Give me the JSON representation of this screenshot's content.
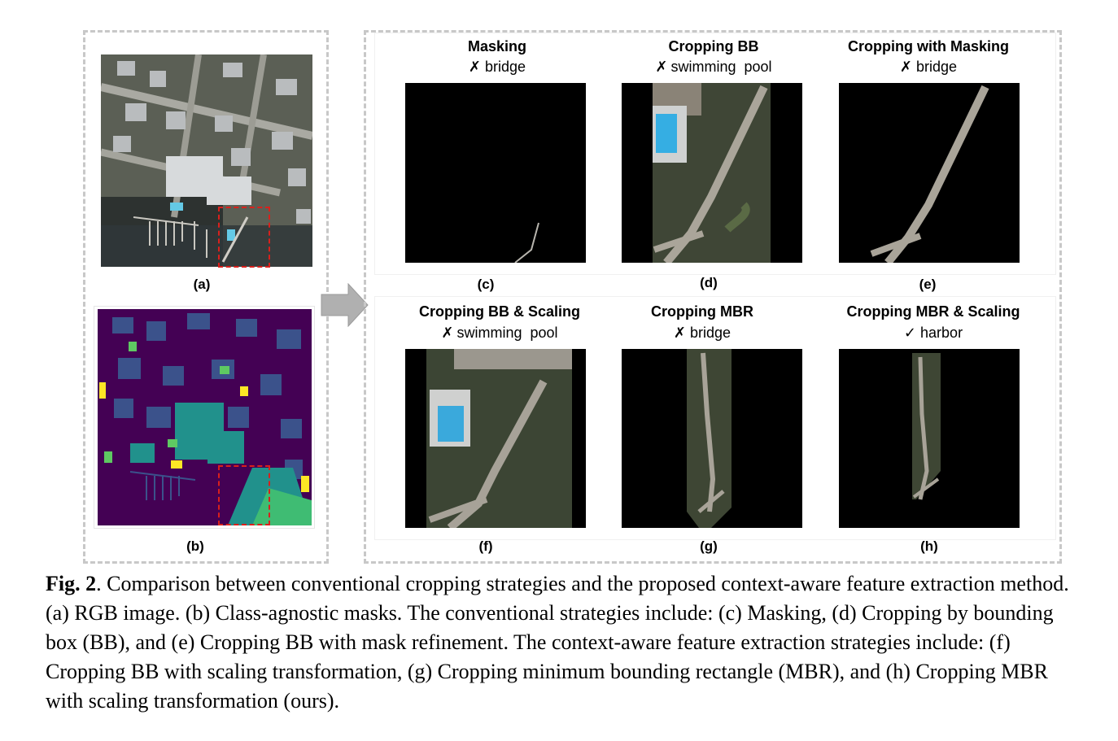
{
  "figure": {
    "panels": {
      "a": {
        "label": "(a)"
      },
      "b": {
        "label": "(b)"
      },
      "c": {
        "label": "(c)",
        "title": "Masking",
        "mark": "✗",
        "prediction": "bridge"
      },
      "d": {
        "label": "(d)",
        "title": "Cropping BB",
        "mark": "✗",
        "prediction": "swimming  pool"
      },
      "e": {
        "label": "(e)",
        "title": "Cropping with Masking",
        "mark": "✗",
        "prediction": "bridge"
      },
      "f": {
        "label": "(f)",
        "title": "Cropping BB & Scaling",
        "mark": "✗",
        "prediction": "swimming  pool"
      },
      "g": {
        "label": "(g)",
        "title": "Cropping MBR",
        "mark": "✗",
        "prediction": "bridge"
      },
      "h": {
        "label": "(h)",
        "title": "Cropping MBR & Scaling",
        "mark": "✓",
        "prediction": "harbor"
      }
    },
    "colors": {
      "dashed_border": "#c8c8c8",
      "highlight_box": "#d9201c",
      "arrow": "#b0b0b0",
      "mask_background": "#440154"
    }
  },
  "caption": {
    "label": "Fig. 2",
    "text": ". Comparison between conventional cropping strategies and the proposed context-aware feature extraction method. (a) RGB image. (b) Class-agnostic masks. The conventional strategies include: (c) Masking, (d) Cropping by bounding box (BB), and (e) Cropping BB with mask refinement. The context-aware feature extraction strategies include: (f) Cropping BB with scaling transformation, (g) Cropping minimum bounding rectangle (MBR), and (h) Cropping MBR with scaling transformation (ours)."
  }
}
